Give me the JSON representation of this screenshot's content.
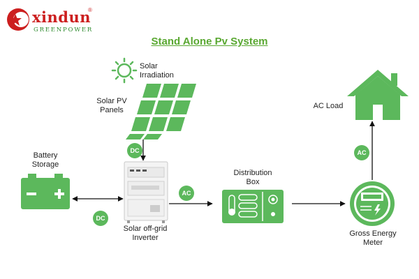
{
  "logo": {
    "brand": "xindun",
    "registered": "®",
    "tagline": "GREENPOWER"
  },
  "title": "Stand Alone Pv System",
  "labels": {
    "solar_irradiation": [
      "Solar",
      "Irradiation"
    ],
    "solar_panels": [
      "Solar PV",
      "Panels"
    ],
    "battery": [
      "Battery",
      "Storage"
    ],
    "inverter": [
      "Solar off-grid",
      "Inverter"
    ],
    "distribution_box": [
      "Distribution",
      "Box"
    ],
    "meter": [
      "Gross Energy",
      "Meter"
    ],
    "ac_load": "AC Load"
  },
  "badges": {
    "dc_panel": "DC",
    "dc_battery": "DC",
    "ac_inverter": "AC",
    "ac_load": "AC"
  },
  "colors": {
    "green": "#5cb85c",
    "title_green": "#5aa832",
    "brand_red": "#cc1f1f",
    "line": "#111111"
  }
}
